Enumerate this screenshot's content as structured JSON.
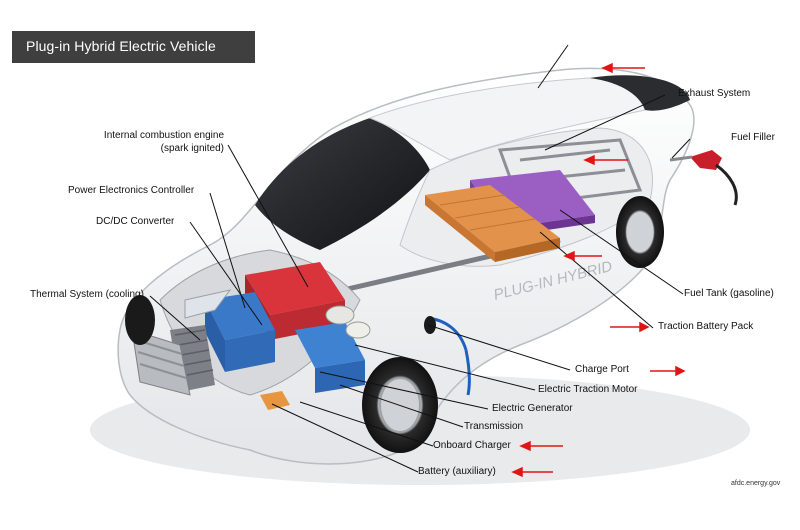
{
  "title": "Plug-in Hybrid Electric Vehicle",
  "labels": {
    "internal_combustion_engine": "Internal combustion engine",
    "spark_ignited": "(spark ignited)",
    "power_electronics_controller": "Power Electronics Controller",
    "dcdc_converter": "DC/DC Converter",
    "thermal_system": "Thermal System (cooling)",
    "exhaust_system": "Exhaust System",
    "fuel_filler": "Fuel Filler",
    "fuel_tank": "Fuel Tank (gasoline)",
    "traction_battery_pack": "Traction Battery Pack",
    "charge_port": "Charge Port",
    "electric_traction_motor": "Electric Traction Motor",
    "electric_generator": "Electric Generator",
    "transmission": "Transmission",
    "onboard_charger": "Onboard Charger",
    "battery_auxiliary": "Battery (auxiliary)"
  },
  "car_badge": "PLUG-IN HYBRID",
  "credit": "afdc.energy.gov",
  "colors": {
    "banner": "#3f3f3f",
    "engine": "#d9343b",
    "power_electronics": "#3a78c8",
    "battery_pack": "#e2924a",
    "fuel_tank": "#9b5fc4",
    "arrow": "#e01515"
  }
}
